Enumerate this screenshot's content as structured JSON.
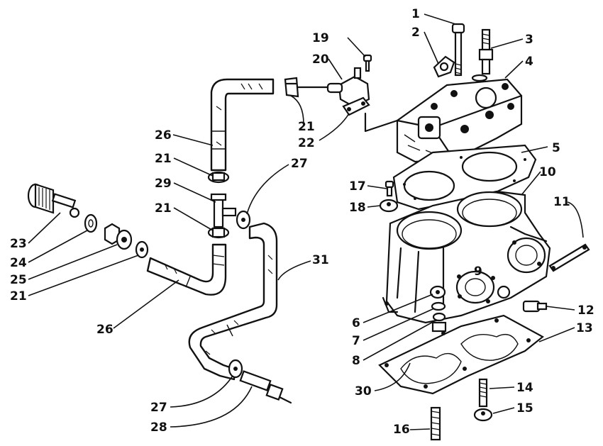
{
  "diagram": {
    "callouts": [
      {
        "label": "1"
      },
      {
        "label": "2"
      },
      {
        "label": "3"
      },
      {
        "label": "4"
      },
      {
        "label": "5"
      },
      {
        "label": "10"
      },
      {
        "label": "11"
      },
      {
        "label": "12"
      },
      {
        "label": "13"
      },
      {
        "label": "14"
      },
      {
        "label": "15"
      },
      {
        "label": "16"
      },
      {
        "label": "17"
      },
      {
        "label": "18"
      },
      {
        "label": "19"
      },
      {
        "label": "20"
      },
      {
        "label": "21"
      },
      {
        "label": "22"
      },
      {
        "label": "26"
      },
      {
        "label": "21"
      },
      {
        "label": "29"
      },
      {
        "label": "27"
      },
      {
        "label": "21"
      },
      {
        "label": "31"
      },
      {
        "label": "23"
      },
      {
        "label": "24"
      },
      {
        "label": "25"
      },
      {
        "label": "21"
      },
      {
        "label": "26"
      },
      {
        "label": "6"
      },
      {
        "label": "7"
      },
      {
        "label": "8"
      },
      {
        "label": "30"
      },
      {
        "label": "27"
      },
      {
        "label": "28"
      },
      {
        "label": "9"
      }
    ]
  }
}
